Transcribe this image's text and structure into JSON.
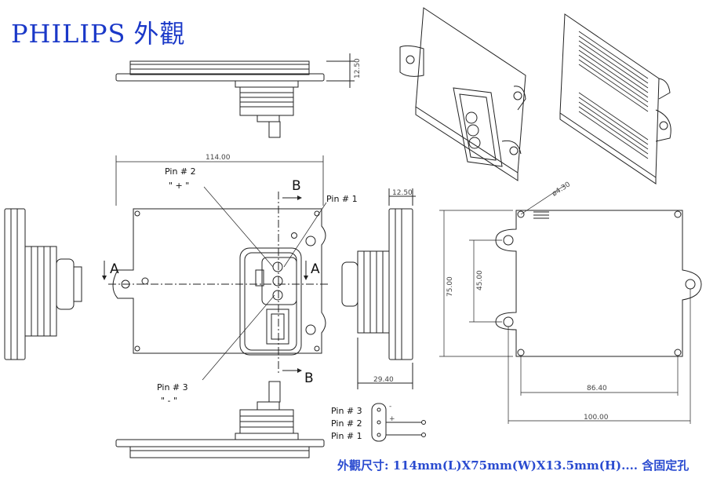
{
  "header": {
    "brand": "PHILIPS",
    "title_cn": "外觀"
  },
  "labels": {
    "pin1": "Pin # 1",
    "pin2": "Pin # 2",
    "pin2_sign": "\" + \"",
    "pin3": "Pin # 3",
    "pin3_sign": "\" - \"",
    "section_b": "B",
    "section_a": "A"
  },
  "dimensions": {
    "length_114": "114.00",
    "height_1250": "12.50",
    "height_1250_side": "12.50",
    "depth_2940": "29.40",
    "width_75": "75.00",
    "hole_45": "45.00",
    "hole_diam": "ø4.30",
    "pitch_8640": "86.40",
    "pitch_100": "100.00"
  },
  "pin_legend": {
    "rows": [
      {
        "label": "Pin # 3",
        "sign": "-"
      },
      {
        "label": "Pin # 2",
        "sign": "+"
      },
      {
        "label": "Pin # 1",
        "sign": ""
      }
    ]
  },
  "footer": {
    "spec": "外觀尺寸: 114mm(L)X75mm(W)X13.5mm(H).... 含固定孔"
  }
}
